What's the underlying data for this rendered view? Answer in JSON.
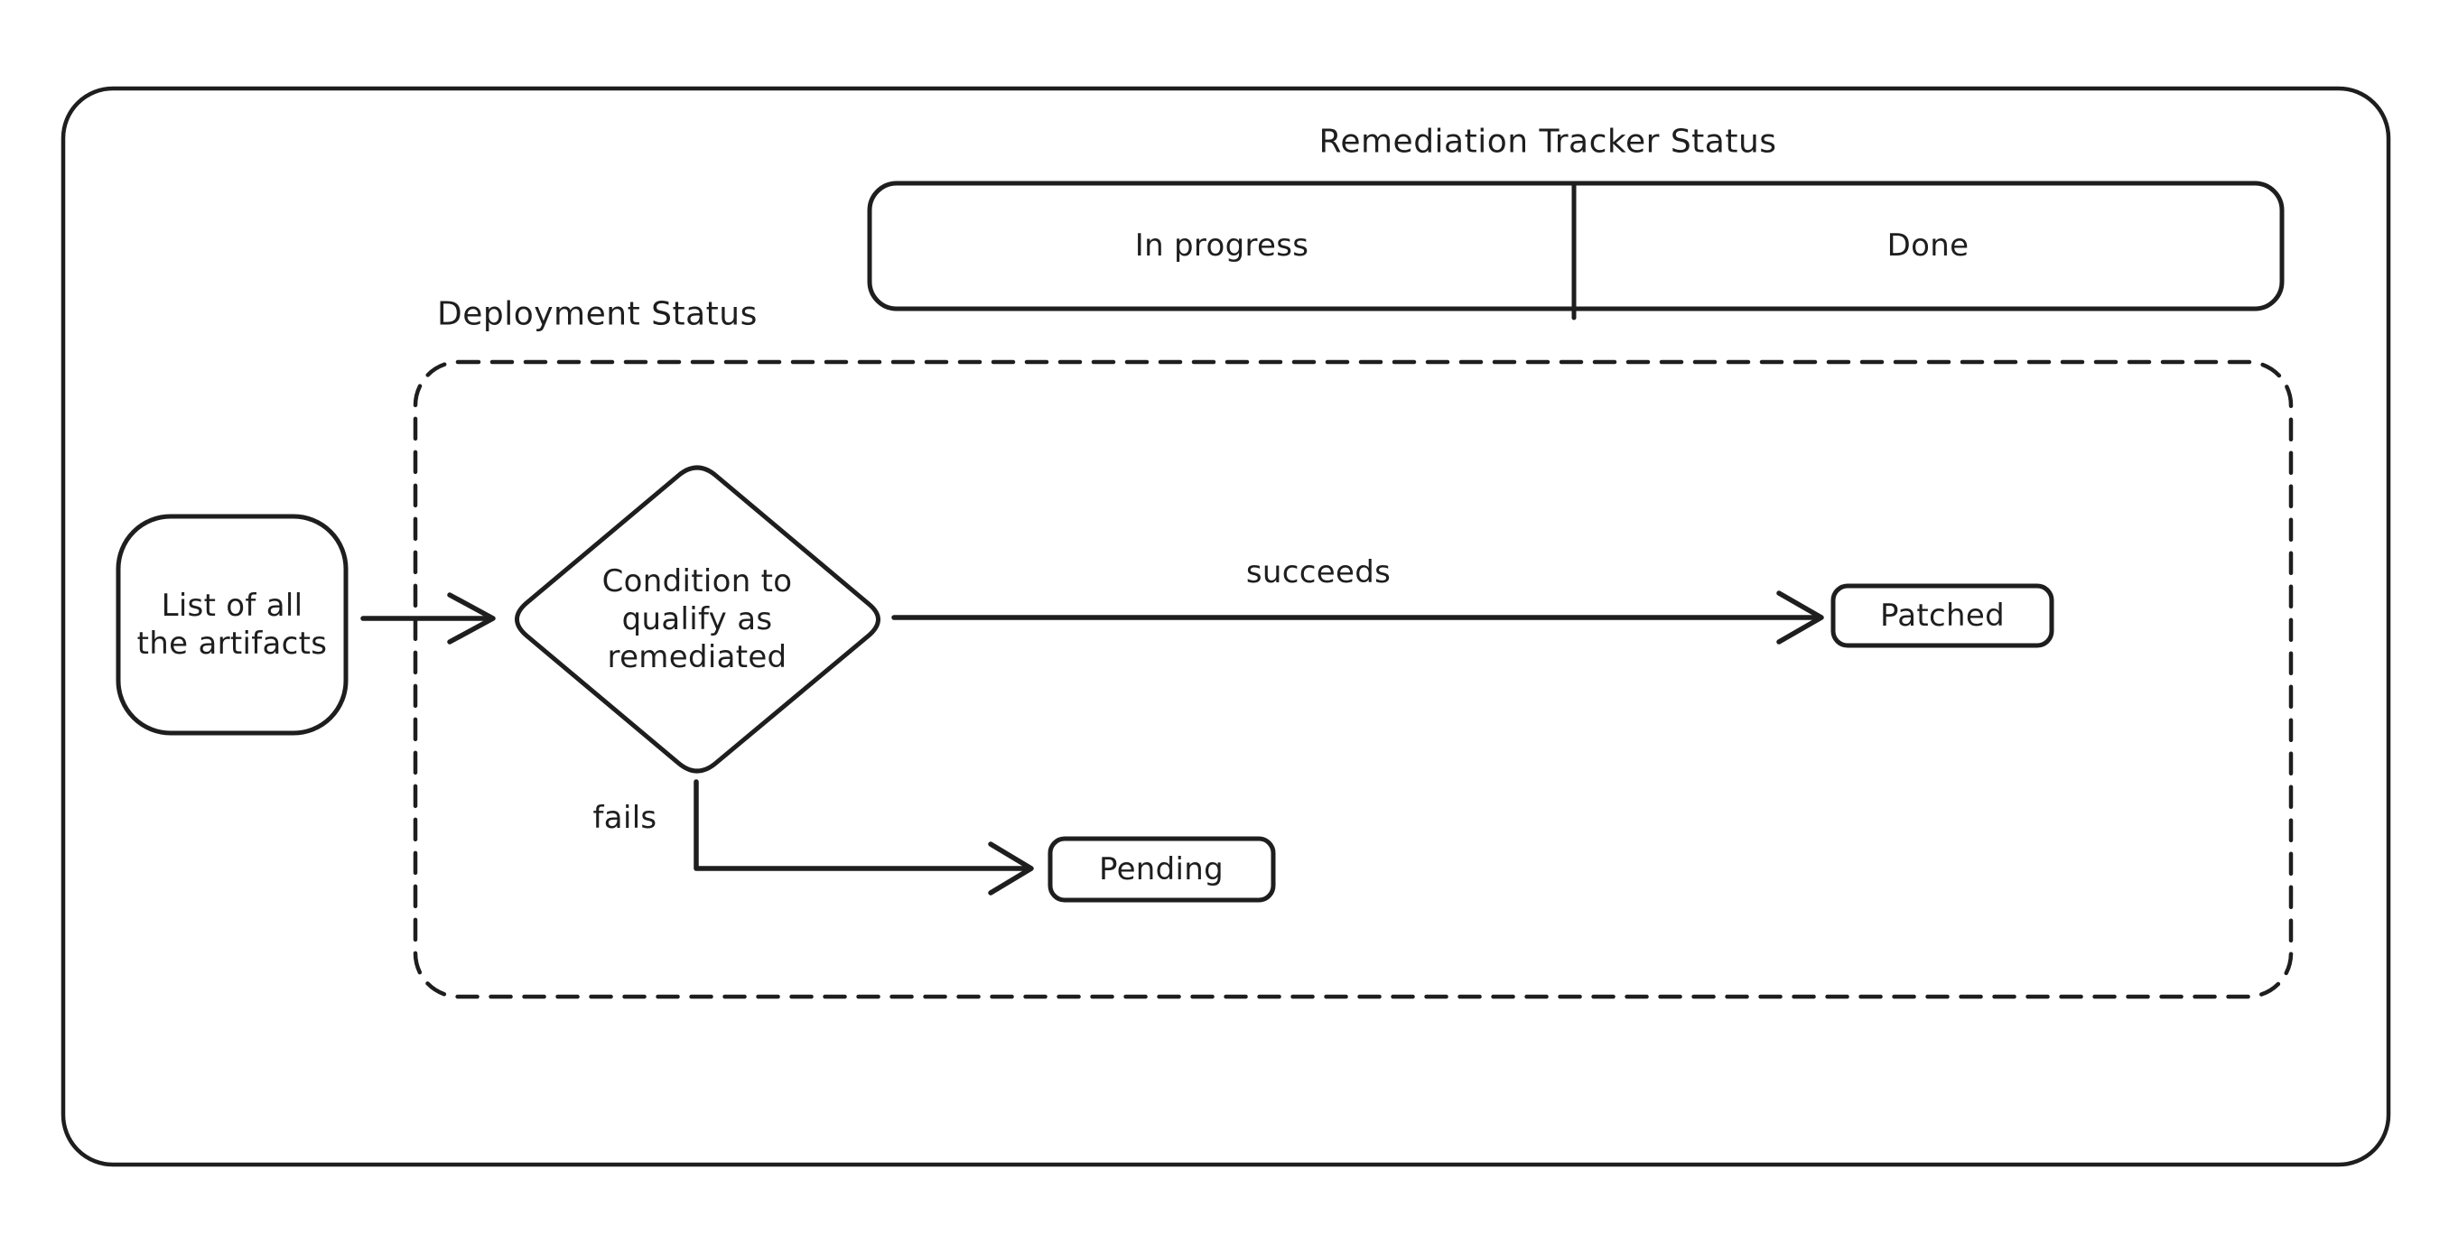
{
  "tracker": {
    "title": "Remediation Tracker Status",
    "columns": [
      {
        "label": "In progress"
      },
      {
        "label": "Done"
      }
    ]
  },
  "deployment_zone": {
    "title": "Deployment Status"
  },
  "nodes": {
    "artifacts": {
      "lines": [
        "List of all",
        "the artifacts"
      ]
    },
    "condition": {
      "lines": [
        "Condition to",
        "qualify as",
        "remediated"
      ]
    },
    "patched": {
      "label": "Patched"
    },
    "pending": {
      "label": "Pending"
    }
  },
  "edges": {
    "succeeds_label": "succeeds",
    "fails_label": "fails"
  },
  "colors": {
    "stroke": "#1e1e1e",
    "background": "#ffffff"
  }
}
